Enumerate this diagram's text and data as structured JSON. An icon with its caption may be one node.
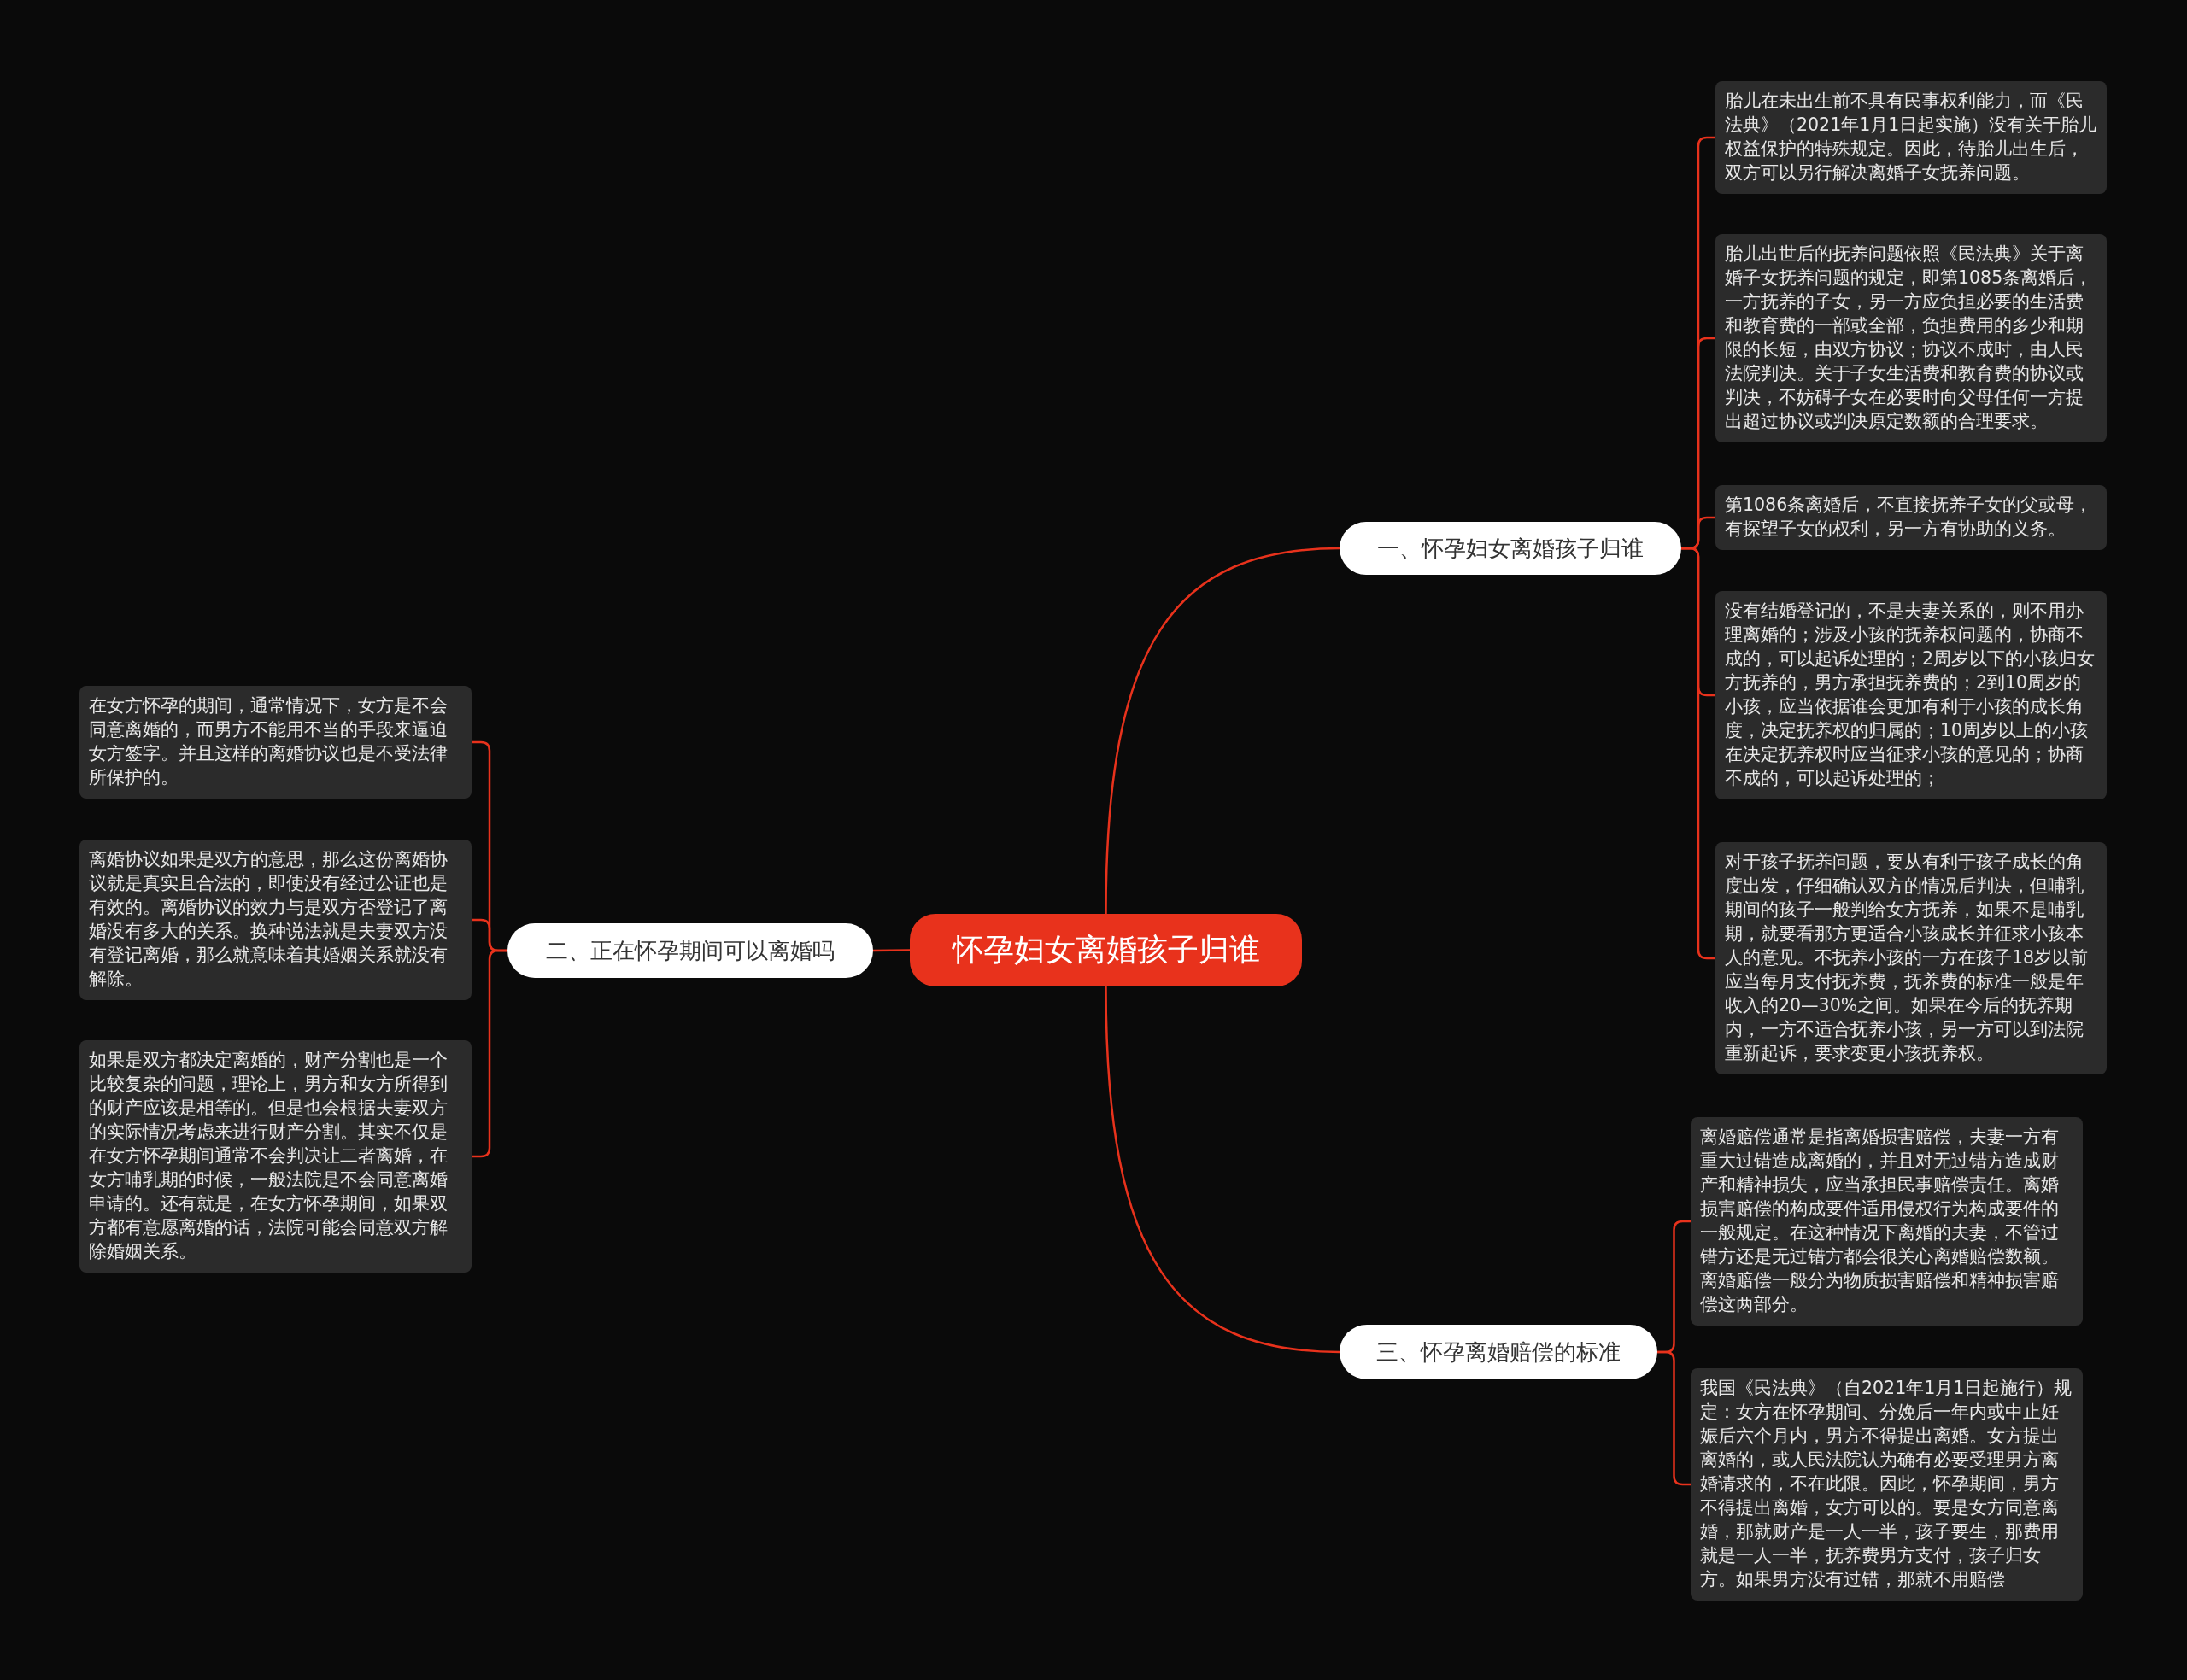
{
  "diagram": {
    "nodes": [
      {
        "text": [
          "怀孕妇女离婚孩子归谁"
        ]
      },
      {
        "text": [
          "一、怀孕妇女离婚孩子归谁"
        ]
      },
      {
        "text": [
          "胎儿在未出生前不具有民事权利能力，而《民法典》（2021年1月1日起实施）没有关于胎儿权益保护的特殊规定。因此，待胎儿出生后，双方可以另行解决离婚子女抚养问题。"
        ]
      },
      {
        "text": [
          "胎儿出世后的抚养问题依照《民法典》关于离婚子女抚养问题的规定，即第1085条离婚后，一方抚养的子女，另一方应负担必要的生活费和教育费的一部或全部，负担费用的多少和期限的长短，由双方协议；协议不成时，由人民法院判决。关于子女生活费和教育费的协议或判决，不妨碍子女在必要时向父母任何一方提出超过协议或判决原定数额的合理要求。"
        ]
      },
      {
        "text": [
          "第1086条离婚后，不直接抚养子女的父或母，有探望子女的权利，另一方有协助的义务。"
        ]
      },
      {
        "text": [
          "没有结婚登记的，不是夫妻关系的，则不用办理离婚的；涉及小孩的抚养权问题的，协商不成的，可以起诉处理的；2周岁以下的小孩归女方抚养的，男方承担抚养费的；2到10周岁的小孩，应当依据谁会更加有利于小孩的成长角度，决定抚养权的归属的；10周岁以上的小孩在决定抚养权时应当征求小孩的意见的；协商不成的，可以起诉处理的；"
        ]
      },
      {
        "text": [
          "对于孩子抚养问题，要从有利于孩子成长的角度出发，仔细确认双方的情况后判决，但哺乳期间的孩子一般判给女方抚养，如果不是哺乳期，就要看那方更适合小孩成长并征求小孩本人的意见。不抚养小孩的一方在孩子18岁以前应当每月支付抚养费，抚养费的标准一般是年收入的20—30%之间。如果在今后的抚养期内，一方不适合抚养小孩，另一方可以到法院重新起诉，要求变更小孩抚养权。"
        ]
      },
      {
        "text": [
          "二、正在怀孕期间可以离婚吗"
        ]
      },
      {
        "text": [
          "在女方怀孕的期间，通常情况下，女方是不会同意离婚的，而男方不能用不当的手段来逼迫女方签字。并且这样的离婚协议也是不受法律所保护的。"
        ]
      },
      {
        "text": [
          "离婚协议如果是双方的意思，那么这份离婚协议就是真实且合法的，即使没有经过公证也是有效的。离婚协议的效力与是双方否登记了离婚没有多大的关系。换种说法就是夫妻双方没有登记离婚，那么就意味着其婚姻关系就没有解除。"
        ]
      },
      {
        "text": [
          "如果是双方都决定离婚的，财产分割也是一个比较复杂的问题，理论上，男方和女方所得到的财产应该是相等的。但是也会根据夫妻双方的实际情况考虑来进行财产分割。其实不仅是在女方怀孕期间通常不会判决让二者离婚，在女方哺乳期的时候，一般法院是不会同意离婚申请的。还有就是，在女方怀孕期间，如果双方都有意愿离婚的话，法院可能会同意双方解除婚姻关系。"
        ]
      },
      {
        "text": [
          "三、怀孕离婚赔偿的标准"
        ]
      },
      {
        "text": [
          "离婚赔偿通常是指离婚损害赔偿，夫妻一方有重大过错造成离婚的，并且对无过错方造成财产和精神损失，应当承担民事赔偿责任。离婚损害赔偿的构成要件适用侵权行为构成要件的一般规定。在这种情况下离婚的夫妻，不管过错方还是无过错方都会很关心离婚赔偿数额。离婚赔偿一般分为物质损害赔偿和精神损害赔偿这两部分。"
        ]
      },
      {
        "text": [
          "我国《民法典》（自2021年1月1日起施行）规定：女方在怀孕期间、分娩后一年内或中止妊娠后六个月内，男方不得提出离婚。女方提出离婚的，或人民法院认为确有必要受理男方离婚请求的，不在此限。因此，怀孕期间，男方不得提出离婚，女方可以的。要是女方同意离婚，那就财产是一人一半，孩子要生，那费用就是一人一半，抚养费男方支付，孩子归女方。如果男方没有过错，那就不用赔偿"
        ]
      }
    ],
    "edges": [
      {
        "from": 0,
        "to": 1,
        "arrow": "none"
      },
      {
        "from": 1,
        "to": 2,
        "arrow": "none"
      },
      {
        "from": 1,
        "to": 3,
        "arrow": "none"
      },
      {
        "from": 1,
        "to": 4,
        "arrow": "none"
      },
      {
        "from": 1,
        "to": 5,
        "arrow": "none"
      },
      {
        "from": 1,
        "to": 6,
        "arrow": "none"
      },
      {
        "from": 0,
        "to": 7,
        "arrow": "none"
      },
      {
        "from": 7,
        "to": 8,
        "arrow": "none"
      },
      {
        "from": 7,
        "to": 9,
        "arrow": "none"
      },
      {
        "from": 7,
        "to": 10,
        "arrow": "none"
      },
      {
        "from": 0,
        "to": 11,
        "arrow": "none"
      },
      {
        "from": 11,
        "to": 12,
        "arrow": "none"
      },
      {
        "from": 11,
        "to": 13,
        "arrow": "none"
      }
    ]
  }
}
